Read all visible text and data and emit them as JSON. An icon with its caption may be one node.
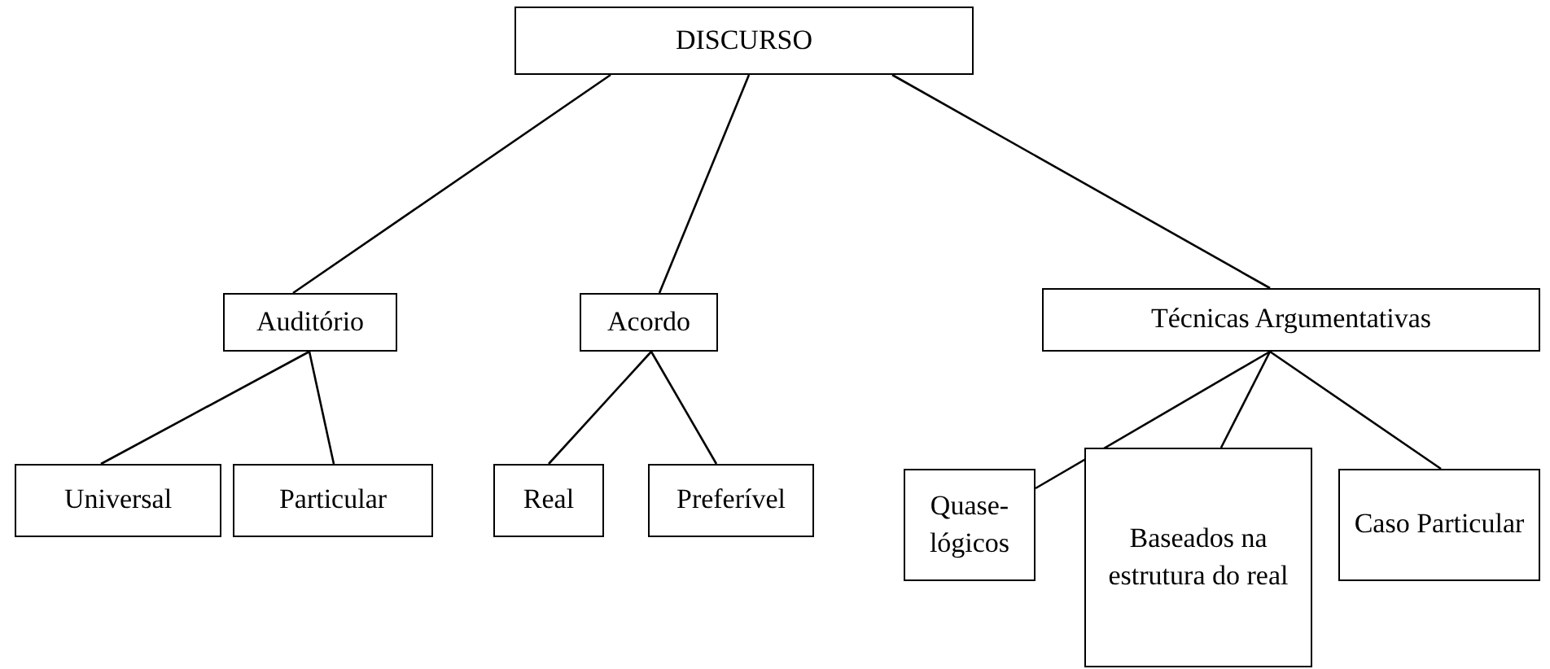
{
  "diagram": {
    "nodes": [
      {
        "text": [
          "DISCURSO"
        ]
      },
      {
        "text": [
          "Auditório"
        ]
      },
      {
        "text": [
          "Acordo"
        ]
      },
      {
        "text": [
          "Técnicas Argumentativas"
        ]
      },
      {
        "text": [
          "Universal"
        ]
      },
      {
        "text": [
          "Particular"
        ]
      },
      {
        "text": [
          "Real"
        ]
      },
      {
        "text": [
          "Preferível"
        ]
      },
      {
        "text": [
          "Quase-lógicos"
        ]
      },
      {
        "text": [
          "Baseados na estrutura do real"
        ]
      },
      {
        "text": [
          "Caso Particular"
        ]
      }
    ],
    "edges": [
      {
        "from": 0,
        "to": 1,
        "arrow": "none"
      },
      {
        "from": 0,
        "to": 2,
        "arrow": "none"
      },
      {
        "from": 0,
        "to": 3,
        "arrow": "none"
      },
      {
        "from": 1,
        "to": 4,
        "arrow": "none"
      },
      {
        "from": 1,
        "to": 5,
        "arrow": "none"
      },
      {
        "from": 2,
        "to": 6,
        "arrow": "none"
      },
      {
        "from": 2,
        "to": 7,
        "arrow": "none"
      },
      {
        "from": 3,
        "to": 8,
        "arrow": "none"
      },
      {
        "from": 3,
        "to": 9,
        "arrow": "none"
      },
      {
        "from": 3,
        "to": 10,
        "arrow": "none"
      }
    ]
  }
}
